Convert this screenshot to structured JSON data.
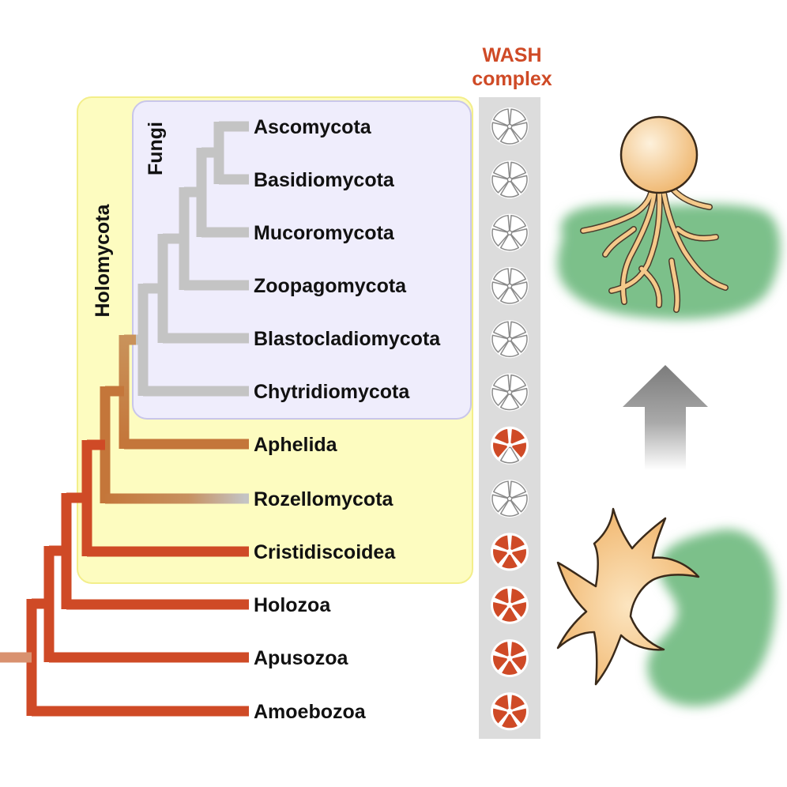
{
  "wash_header": {
    "line1": "WASH",
    "line2": "complex"
  },
  "clades": {
    "holomycota": "Holomycota",
    "fungi": "Fungi"
  },
  "taxa": [
    {
      "name": "Ascomycota",
      "wash": "absent"
    },
    {
      "name": "Basidiomycota",
      "wash": "absent"
    },
    {
      "name": "Mucoromycota",
      "wash": "absent"
    },
    {
      "name": "Zoopagomycota",
      "wash": "absent"
    },
    {
      "name": "Blastocladiomycota",
      "wash": "absent"
    },
    {
      "name": "Chytridiomycota",
      "wash": "absent"
    },
    {
      "name": "Aphelida",
      "wash": "partial"
    },
    {
      "name": "Rozellomycota",
      "wash": "absent"
    },
    {
      "name": "Cristidiscoidea",
      "wash": "present"
    },
    {
      "name": "Holozoa",
      "wash": "present"
    },
    {
      "name": "Apusozoa",
      "wash": "present"
    },
    {
      "name": "Amoebozoa",
      "wash": "present"
    }
  ],
  "colors": {
    "present": "#cf4a26",
    "absent_branch": "#c4c4c4",
    "holomycota_box": "#fdfcc0",
    "fungi_box": "#efedfc",
    "wash_column": "#dcdcdc",
    "cell_body": "#f5c98a",
    "substrate": "#7cc08a"
  }
}
